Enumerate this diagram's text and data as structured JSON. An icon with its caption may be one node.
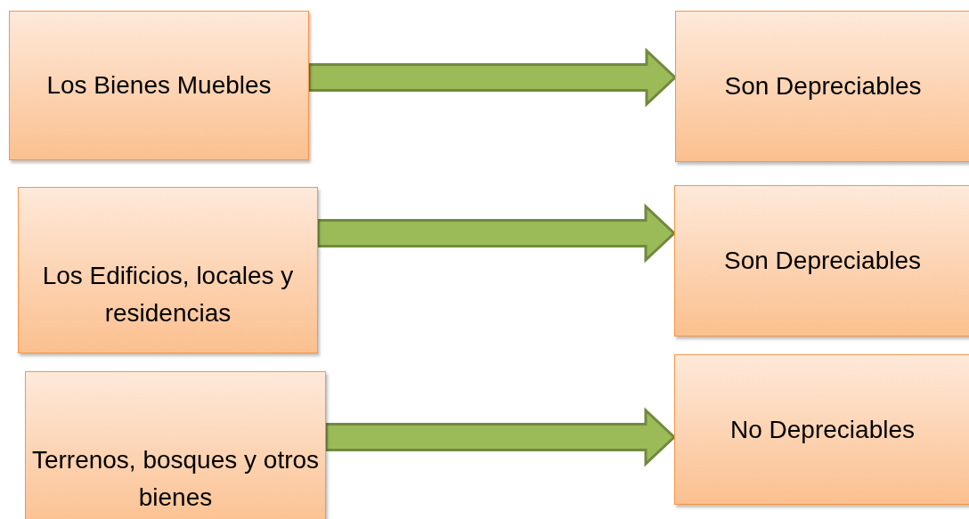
{
  "diagram": {
    "nodes": [
      {
        "text": [
          "Los Bienes Muebles"
        ]
      },
      {
        "text": [
          "Son Depreciables"
        ]
      },
      {
        "text": [
          "Los Edificios, locales y residencias"
        ]
      },
      {
        "text": [
          "Son Depreciables"
        ]
      },
      {
        "text": [
          "Terrenos, bosques y otros bienes"
        ]
      },
      {
        "text": [
          "No Depreciables"
        ]
      }
    ],
    "edges": [
      {
        "from": 0,
        "to": 1,
        "arrow": "to",
        "style": "thick"
      },
      {
        "from": 2,
        "to": 3,
        "arrow": "to",
        "style": "thick"
      },
      {
        "from": 4,
        "to": 5,
        "arrow": "to",
        "style": "thick"
      }
    ]
  }
}
